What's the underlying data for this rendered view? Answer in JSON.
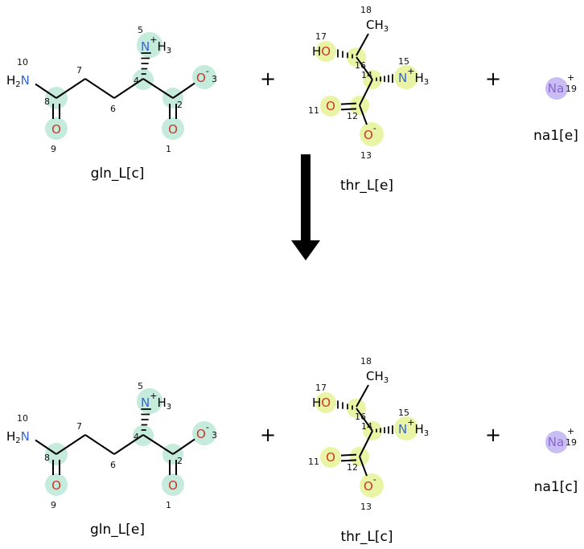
{
  "reaction": {
    "plus": "+",
    "labels": {
      "gln_top": "gln_L[c]",
      "thr_top": "thr_L[e]",
      "na_top": "na1[e]",
      "gln_bottom": "gln_L[e]",
      "thr_bottom": "thr_L[c]",
      "na_bottom": "na1[c]"
    }
  },
  "glutamine": {
    "amide": {
      "h": "H",
      "sub": "2",
      "n": "N"
    },
    "ammonium": {
      "n": "N",
      "charge": "+",
      "h": "H",
      "sub": "3"
    },
    "carbonyl_o9": "O",
    "carbonyl_o1": "O",
    "carboxylate_o3": "O",
    "carboxylate_charge": "-",
    "numbers": {
      "n10": "10",
      "c8": "8",
      "c7": "7",
      "c6": "6",
      "c4": "4",
      "n5": "5",
      "c2": "2",
      "o3": "3",
      "o9": "9",
      "o1": "1"
    }
  },
  "threonine": {
    "methyl": {
      "c": "C",
      "h": "H",
      "sub": "3"
    },
    "hydroxyl": {
      "h": "H",
      "o": "O"
    },
    "ammonium": {
      "n": "N",
      "charge": "+",
      "h": "H",
      "sub": "3"
    },
    "carbonyl_o11": "O",
    "carboxylate_o13": "O",
    "carboxylate_charge": "-",
    "numbers": {
      "c18": "18",
      "o17": "17",
      "c16": "16",
      "c14": "14",
      "n15": "15",
      "c12": "12",
      "o11": "11",
      "o13": "13"
    }
  },
  "sodium": {
    "symbol": "Na",
    "charge": "+",
    "number": "19"
  },
  "colors": {
    "nitrogen": "#3564d7",
    "oxygen": "#cc3528",
    "sodium_text": "#8566d4",
    "sodium_highlight": "#c9bdf4",
    "glutamine_highlight": "#c4ebdc",
    "threonine_highlight": "#eaf4a5",
    "bond": "#000000"
  }
}
